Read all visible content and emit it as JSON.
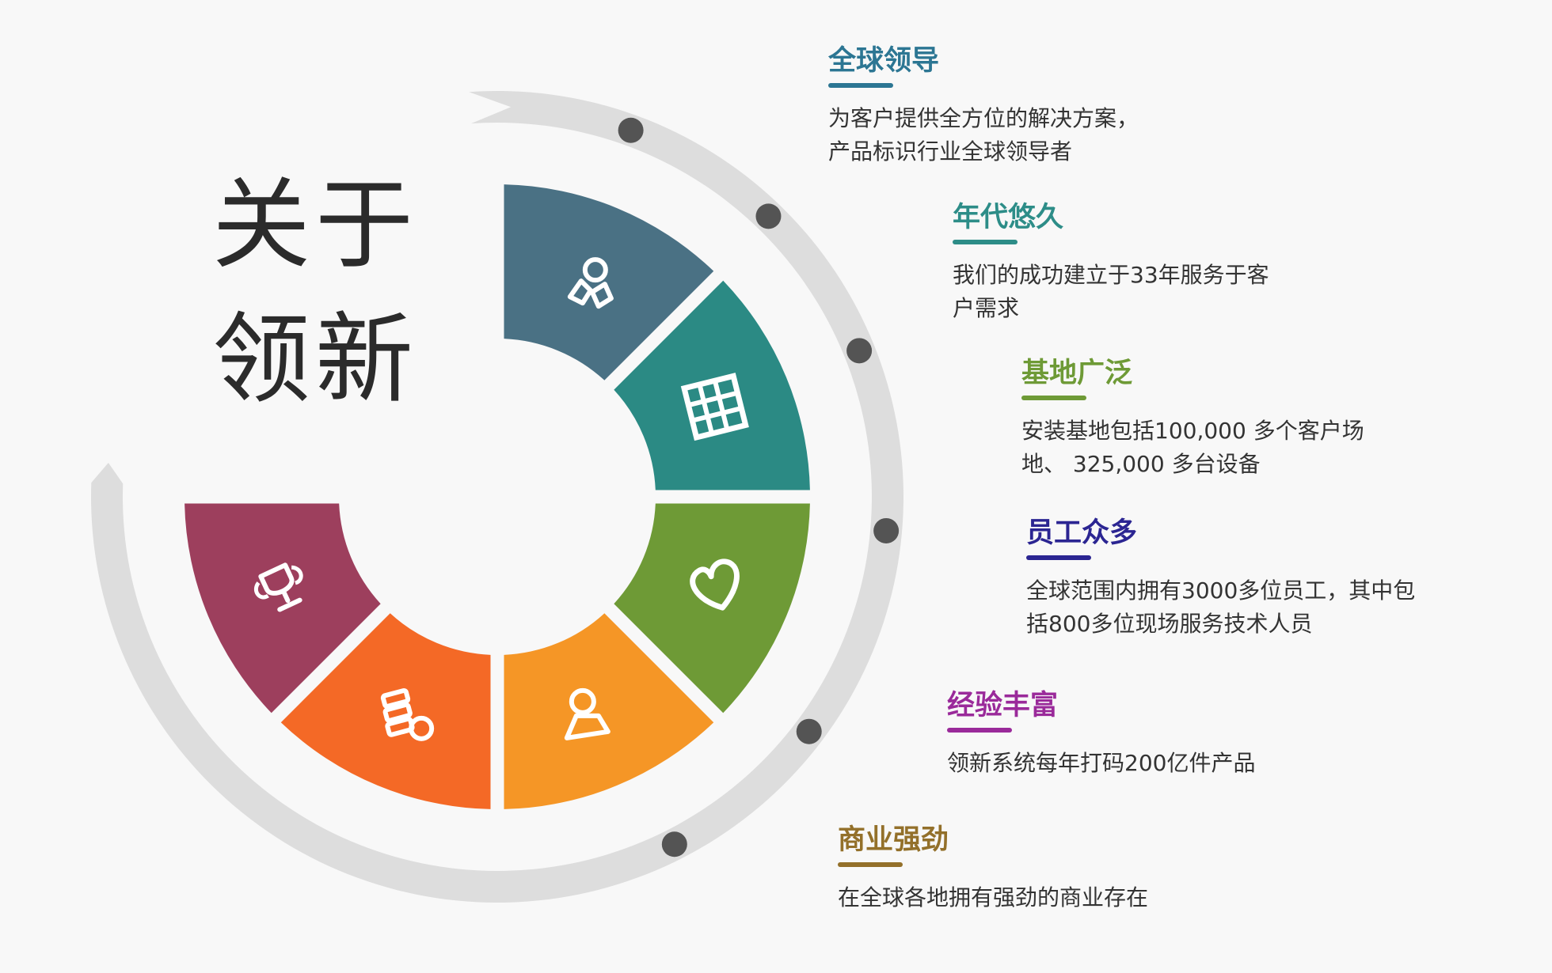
{
  "title": {
    "line1": "关于",
    "line2": "领新"
  },
  "segments": [
    {
      "name": "global-leader",
      "color": "#4a7184",
      "icon": "people-icon"
    },
    {
      "name": "long-history",
      "color": "#2b8a84",
      "icon": "building-icon"
    },
    {
      "name": "wide-base",
      "color": "#6e9a36",
      "icon": "heart-icon"
    },
    {
      "name": "many-staff",
      "color": "#f59626",
      "icon": "user-icon"
    },
    {
      "name": "rich-experience",
      "color": "#f46926",
      "icon": "coins-icon"
    },
    {
      "name": "strong-business",
      "color": "#9d3f5d",
      "icon": "trophy-icon"
    }
  ],
  "features": [
    {
      "title": "全球领导",
      "color": "#2c7693",
      "desc": [
        "为客户提供全方位的解决方案，",
        "产品标识行业全球领导者"
      ]
    },
    {
      "title": "年代悠久",
      "color": "#2d8d88",
      "desc": [
        "我们的成功建立于33年服务于客",
        "户需求"
      ]
    },
    {
      "title": "基地广泛",
      "color": "#6e9a36",
      "desc": [
        "安装基地包括100,000 多个客户场",
        "地、 325,000 多台设备"
      ]
    },
    {
      "title": "员工众多",
      "color": "#2b2592",
      "desc": [
        "全球范围内拥有3000多位员工，其中包",
        "括800多位现场服务技术人员"
      ]
    },
    {
      "title": "经验丰富",
      "color": "#9a2a9a",
      "desc": [
        "领新系统每年打码200亿件产品"
      ]
    },
    {
      "title": "商业强劲",
      "color": "#93702a",
      "desc": [
        "在全球各地拥有强劲的商业存在"
      ]
    }
  ],
  "colors": {
    "background": "#f8f8f8",
    "ring": "#dddddd",
    "dot": "#545454",
    "title_text": "#2b2b2b"
  }
}
